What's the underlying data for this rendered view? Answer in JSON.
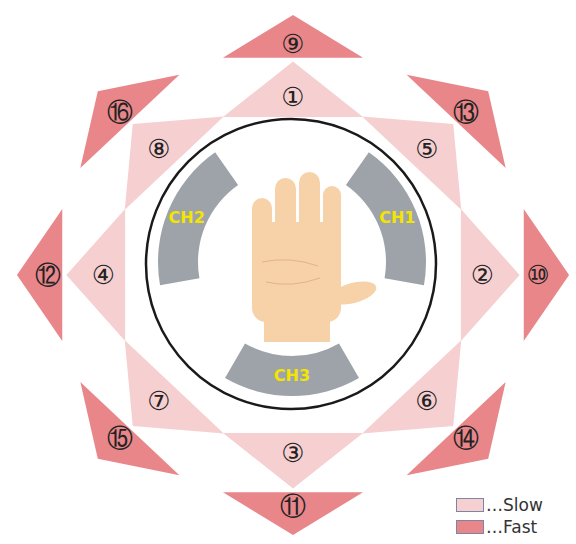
{
  "diagram": {
    "nodes": [
      {
        "text": [
          "①"
        ]
      },
      {
        "text": [
          "②"
        ]
      },
      {
        "text": [
          "③"
        ]
      },
      {
        "text": [
          "④"
        ]
      },
      {
        "text": [
          "⑤"
        ]
      },
      {
        "text": [
          "⑥"
        ]
      },
      {
        "text": [
          "⑦"
        ]
      },
      {
        "text": [
          "⑧"
        ]
      },
      {
        "text": [
          "⑨"
        ]
      },
      {
        "text": [
          "⑩"
        ]
      },
      {
        "text": [
          "⑪"
        ]
      },
      {
        "text": [
          "⑫"
        ]
      },
      {
        "text": [
          "⑬"
        ]
      },
      {
        "text": [
          "⑭"
        ]
      },
      {
        "text": [
          "⑮"
        ]
      },
      {
        "text": [
          "⑯"
        ]
      },
      {
        "text": [
          "CH2"
        ]
      },
      {
        "text": [
          "CH1"
        ]
      },
      {
        "text": [
          "CH3"
        ]
      }
    ],
    "legend": [
      {
        "text": "…Slow",
        "color": "#f6cfd0"
      },
      {
        "text": "…Fast",
        "color": "#e8868a"
      }
    ]
  }
}
